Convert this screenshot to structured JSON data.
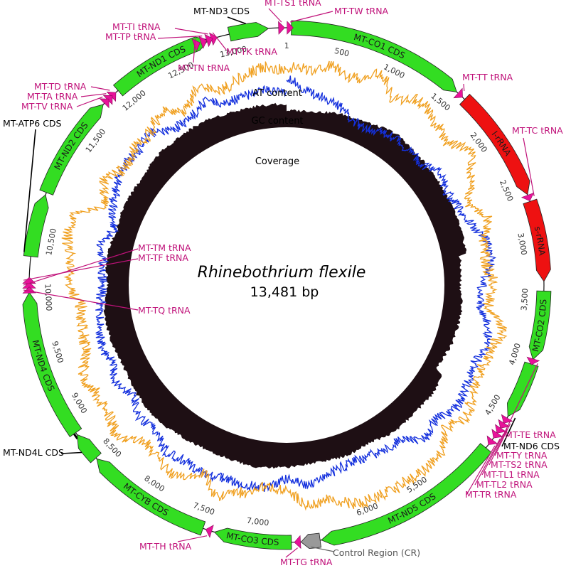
{
  "title": "Rhinebothrium flexile",
  "genome_size": "13,481 bp",
  "genome_length": 13481,
  "colors": {
    "cds": "#33dd22",
    "rrna": "#ee1111",
    "trna": "#e8129a",
    "control_region": "#999999",
    "at_content": "#f0a020",
    "gc_content": "#1430dd",
    "coverage": "#1e0f14",
    "label_trna": "#c0127a"
  },
  "track_labels": {
    "at": "AT content",
    "gc": "GC content",
    "coverage": "Coverage"
  },
  "positions": [
    "1",
    "500",
    "1,000",
    "1,500",
    "2,000",
    "2,500",
    "3,000",
    "3,500",
    "4,000",
    "4,500",
    "5,500",
    "6,000",
    "7,000",
    "7,500",
    "8,000",
    "8,500",
    "9,000",
    "9,500",
    "10,000",
    "10,500",
    "11,500",
    "12,000",
    "12,500",
    "13,000"
  ],
  "position_values": [
    1,
    500,
    1000,
    1500,
    2000,
    2500,
    3000,
    3500,
    4000,
    4500,
    5500,
    6000,
    7000,
    7500,
    8000,
    8500,
    9000,
    9500,
    10000,
    10500,
    11500,
    12000,
    12500,
    13000
  ],
  "features": [
    {
      "name": "MT-CO1 CDS",
      "type": "cds",
      "start": 40,
      "end": 1550,
      "strand": 1,
      "label": "MT-CO1 CDS"
    },
    {
      "name": "l-rRNA",
      "type": "rrna",
      "start": 1640,
      "end": 2600,
      "strand": 1,
      "label": "l-rRNA"
    },
    {
      "name": "s-rRNA",
      "type": "rrna",
      "start": 2660,
      "end": 3340,
      "strand": 1,
      "label": "s-rRNA"
    },
    {
      "name": "MT-CO2 CDS",
      "type": "cds",
      "start": 3420,
      "end": 4000,
      "strand": 1,
      "label": "MT-CO2 CDS"
    },
    {
      "name": "MT-ND6 CDS",
      "type": "cds",
      "start": 4040,
      "end": 4520,
      "strand": 1,
      "label": ""
    },
    {
      "name": "MT-ND5 CDS",
      "type": "cds",
      "start": 4840,
      "end": 6450,
      "strand": 1,
      "label": "MT-ND5 CDS"
    },
    {
      "name": "Control Region (CR)",
      "type": "cr",
      "start": 6460,
      "end": 6620,
      "strand": 1,
      "label": ""
    },
    {
      "name": "MT-CO3 CDS",
      "type": "cds",
      "start": 6700,
      "end": 7350,
      "strand": 1,
      "label": "MT-CO3 CDS"
    },
    {
      "name": "MT-CYB CDS",
      "type": "cds",
      "start": 7450,
      "end": 8520,
      "strand": 1,
      "label": "MT-CYB CDS"
    },
    {
      "name": "MT-ND4L CDS",
      "type": "cds",
      "start": 8530,
      "end": 8780,
      "strand": 1,
      "label": ""
    },
    {
      "name": "MT-ND4 CDS",
      "type": "cds",
      "start": 8800,
      "end": 10050,
      "strand": 1,
      "label": "MT-ND4 CDS"
    },
    {
      "name": "MT-ATP6 CDS",
      "type": "cds",
      "start": 10350,
      "end": 10880,
      "strand": 1,
      "label": ""
    },
    {
      "name": "MT-ND2 CDS",
      "type": "cds",
      "start": 10900,
      "end": 11780,
      "strand": 1,
      "label": "MT-ND2 CDS"
    },
    {
      "name": "MT-ND1 CDS",
      "type": "cds",
      "start": 11950,
      "end": 12820,
      "strand": 1,
      "label": "MT-ND1 CDS"
    },
    {
      "name": "MT-ND3 CDS",
      "type": "cds",
      "start": 13000,
      "end": 13330,
      "strand": 1,
      "label": ""
    }
  ],
  "trnas": [
    {
      "name": "MT-TW tRNA",
      "pos": 30
    },
    {
      "name": "MT-TS1 tRNA",
      "pos": 13440
    },
    {
      "name": "MT-TK tRNA",
      "pos": 12870
    },
    {
      "name": "MT-TI tRNA",
      "pos": 12830
    },
    {
      "name": "MT-TP tRNA",
      "pos": 12780
    },
    {
      "name": "MT-TN tRNA",
      "pos": 12720
    },
    {
      "name": "MT-TD tRNA",
      "pos": 11900
    },
    {
      "name": "MT-TA tRNA",
      "pos": 11860
    },
    {
      "name": "MT-TV tRNA",
      "pos": 11820
    },
    {
      "name": "MT-TM tRNA",
      "pos": 10110
    },
    {
      "name": "MT-TF tRNA",
      "pos": 10150
    },
    {
      "name": "MT-TQ tRNA",
      "pos": 10070
    },
    {
      "name": "MT-TT tRNA",
      "pos": 1590
    },
    {
      "name": "MT-TC tRNA",
      "pos": 2630
    },
    {
      "name": "MT-TE tRNA",
      "pos": 4020
    },
    {
      "name": "MT-TY tRNA",
      "pos": 4560
    },
    {
      "name": "MT-TS2 tRNA",
      "pos": 4610
    },
    {
      "name": "MT-TL1 tRNA",
      "pos": 4660
    },
    {
      "name": "MT-TL2 tRNA",
      "pos": 4710
    },
    {
      "name": "MT-TR tRNA",
      "pos": 4780
    },
    {
      "name": "MT-TG tRNA",
      "pos": 6650
    },
    {
      "name": "MT-TH tRNA",
      "pos": 7400
    }
  ],
  "callouts": [
    {
      "text": "MT-ND3 CDS",
      "kind": "cds"
    },
    {
      "text": "MT-TS1 tRNA",
      "kind": "trna"
    },
    {
      "text": "MT-TW tRNA",
      "kind": "trna"
    },
    {
      "text": "MT-TI tRNA",
      "kind": "trna"
    },
    {
      "text": "MT-TP tRNA",
      "kind": "trna"
    },
    {
      "text": "MT-TK tRNA",
      "kind": "trna"
    },
    {
      "text": "MT-TN tRNA",
      "kind": "trna"
    },
    {
      "text": "MT-TD tRNA",
      "kind": "trna"
    },
    {
      "text": "MT-TA tRNA",
      "kind": "trna"
    },
    {
      "text": "MT-TV tRNA",
      "kind": "trna"
    },
    {
      "text": "MT-ATP6 CDS",
      "kind": "cds"
    },
    {
      "text": "MT-TT tRNA",
      "kind": "trna"
    },
    {
      "text": "MT-TC tRNA",
      "kind": "trna"
    },
    {
      "text": "MT-TM tRNA",
      "kind": "trna"
    },
    {
      "text": "MT-TF tRNA",
      "kind": "trna"
    },
    {
      "text": "MT-TQ tRNA",
      "kind": "trna"
    },
    {
      "text": "MT-ND4L CDS",
      "kind": "cds"
    },
    {
      "text": "MT-TE tRNA",
      "kind": "trna"
    },
    {
      "text": "MT-ND6 CDS",
      "kind": "cds"
    },
    {
      "text": "MT-TY tRNA",
      "kind": "trna"
    },
    {
      "text": "MT-TS2 tRNA",
      "kind": "trna"
    },
    {
      "text": "MT-TL1 tRNA",
      "kind": "trna"
    },
    {
      "text": "MT-TL2 tRNA",
      "kind": "trna"
    },
    {
      "text": "MT-TR tRNA",
      "kind": "trna"
    },
    {
      "text": "MT-TH tRNA",
      "kind": "trna"
    },
    {
      "text": "MT-TG tRNA",
      "kind": "trna"
    },
    {
      "text": "Control Region (CR)",
      "kind": "cr"
    }
  ]
}
